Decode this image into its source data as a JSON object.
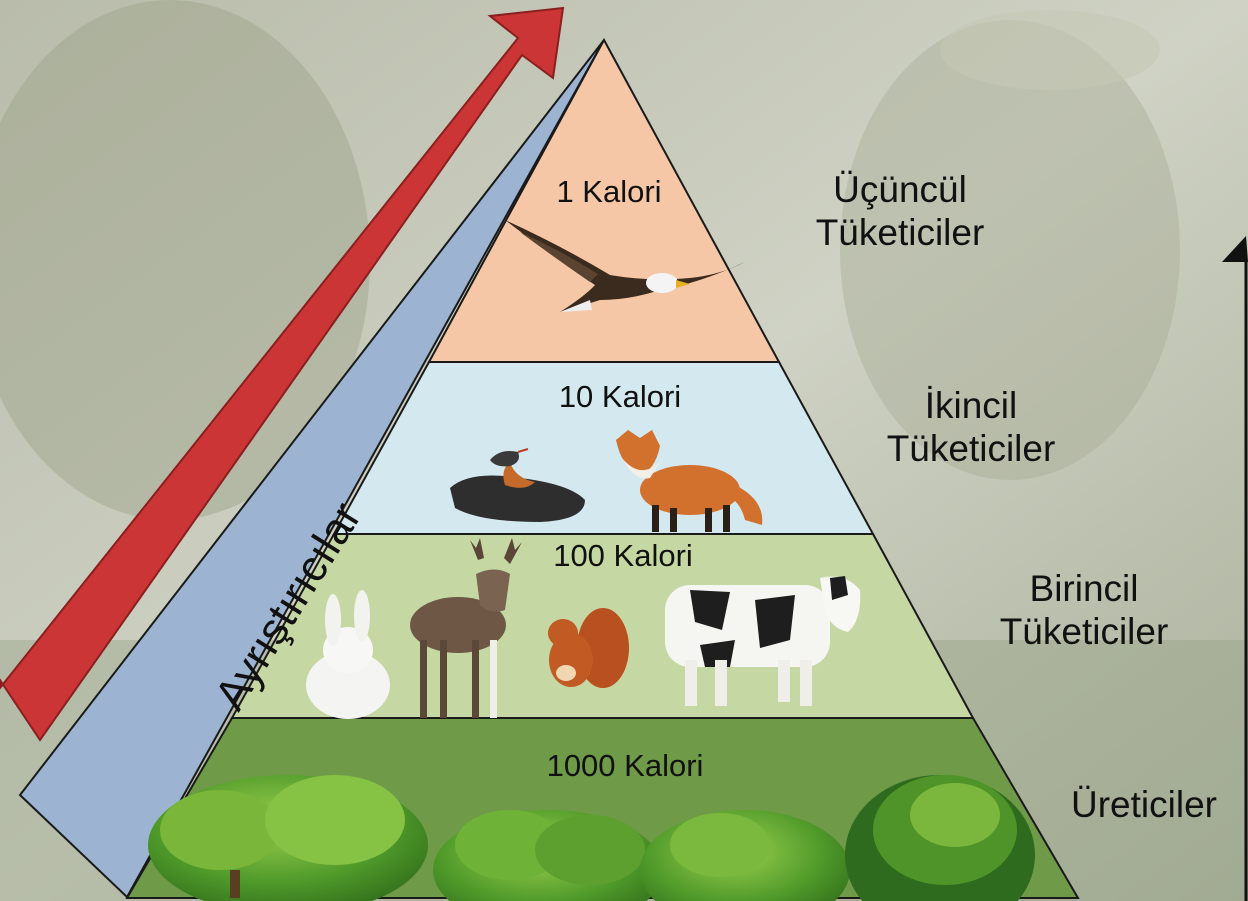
{
  "diagram": {
    "decomposers_label": "Ayrıştırıcılar",
    "levels": [
      {
        "energy": "1 Kalori",
        "group_line1": "Üçüncül",
        "group_line2": "Tüketiciler",
        "fill": "#f6c7a6",
        "organisms": [
          "eagle"
        ]
      },
      {
        "energy": "10 Kalori",
        "group_line1": "İkincil",
        "group_line2": "Tüketiciler",
        "fill": "#d3e9ef",
        "organisms": [
          "snake",
          "fox"
        ]
      },
      {
        "energy": "100 Kalori",
        "group_line1": "Birincil",
        "group_line2": "Tüketiciler",
        "fill": "#c5d8a3",
        "organisms": [
          "rabbit",
          "deer",
          "squirrel",
          "cow"
        ]
      },
      {
        "energy": "1000 Kalori",
        "group_line1": "",
        "group_line2": "Üreticiler",
        "fill": "#6f9a48",
        "organisms": [
          "tree",
          "tree",
          "tree",
          "tree"
        ]
      }
    ],
    "colors": {
      "arrow": "#cc3535",
      "decomposer_band": "#9cb4d2",
      "outline": "#1a1a1a"
    }
  }
}
